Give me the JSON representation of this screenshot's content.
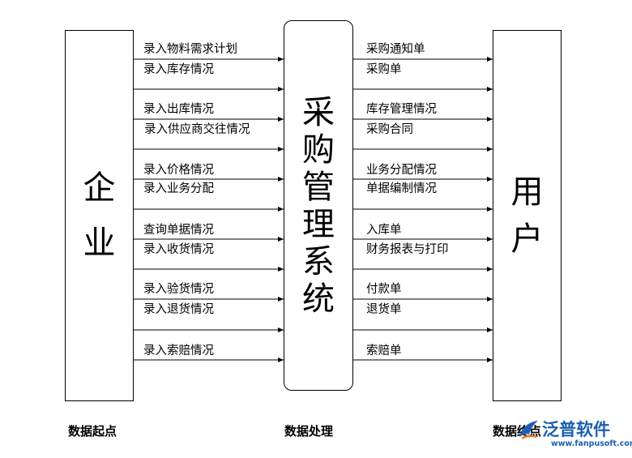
{
  "enterprise": {
    "chars": [
      "企",
      "业"
    ]
  },
  "system": {
    "chars": [
      "采",
      "购",
      "管",
      "理",
      "系",
      "统"
    ]
  },
  "users": {
    "chars": [
      "用",
      "户"
    ]
  },
  "left_labels": [
    "录入物料需求计划",
    "录入库存情况",
    "录入出库情况",
    "录入供应商交往情况",
    "录入价格情况",
    "录入业务分配",
    "查询单据情况",
    "录入收货情况",
    "录入验货情况",
    "录入退货情况",
    "录入索赔情况"
  ],
  "right_labels": [
    "采购通知单",
    "采购单",
    "库存管理情况",
    "采购合同",
    "业务分配情况",
    "单据编制情况",
    "入库单",
    "财务报表与打印",
    "付款单",
    "退货单",
    "索赔单"
  ],
  "footer": {
    "start": "数据起点",
    "process": "数据处理",
    "end": "数据终点"
  },
  "watermark": {
    "brand": "泛普软件",
    "url": "www.fanpusoft.com",
    "color": "#1d5fb0"
  }
}
